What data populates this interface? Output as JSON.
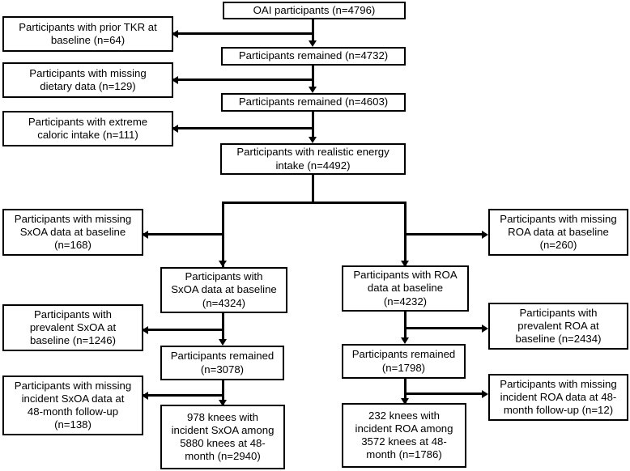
{
  "figure": {
    "type": "flowchart",
    "title": "OAI participant selection flow diagram",
    "colors": {
      "stroke": "#000000",
      "background": "#ffffff",
      "text": "#000000"
    }
  },
  "boxes": {
    "oai_participants": "OAI participants (n=4796)",
    "prior_tkr": "Participants with prior TKR at\nbaseline (n=64)",
    "remained_4732": "Participants remained (n=4732)",
    "missing_dietary": "Participants with missing\ndietary data (n=129)",
    "remained_4603": "Participants remained (n=4603)",
    "extreme_caloric": "Participants with extreme\ncaloric intake (n=111)",
    "realistic_energy": "Participants with realistic energy\nintake (n=4492)",
    "missing_sxoa_baseline": "Participants with missing\nSxOA data at baseline\n(n=168)",
    "missing_roa_baseline": "Participants with missing\nROA data at baseline\n(n=260)",
    "sxoa_baseline": "Participants with\nSxOA data at baseline\n(n=4324)",
    "roa_baseline": "Participants with ROA\ndata at baseline\n(n=4232)",
    "prevalent_sxoa": "Participants with\nprevalent SxOA at\nbaseline (n=1246)",
    "prevalent_roa": "Participants with\nprevalent ROA at\nbaseline (n=2434)",
    "remained_3078": "Participants remained\n(n=3078)",
    "remained_1798": "Participants remained\n(n=1798)",
    "missing_incident_sxoa": "Participants with missing\nincident SxOA data at\n48-month follow-up\n(n=138)",
    "missing_incident_roa": "Participants with missing\nincident ROA data at 48-\nmonth follow-up (n=12)",
    "incident_sxoa_result": "978 knees with\nincident SxOA among\n5880 knees at 48-\nmonth (n=2940)",
    "incident_roa_result": "232 knees with\nincident ROA among\n3572 knees at 48-\nmonth (n=1786)"
  }
}
